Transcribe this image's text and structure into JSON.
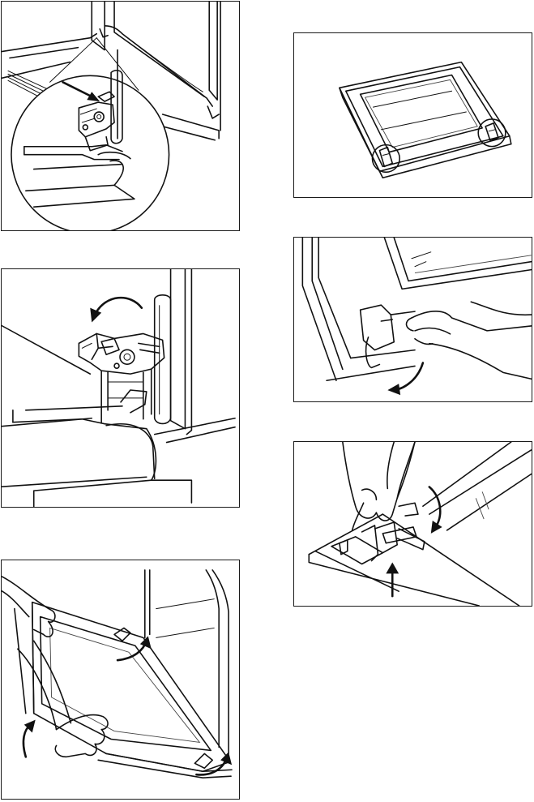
{
  "page": {
    "description_lines": []
  },
  "panels": [
    {
      "id": "hinge-detail"
    },
    {
      "id": "hinge-lever-rotate"
    },
    {
      "id": "door-removal"
    },
    {
      "id": "door-glass-clips"
    },
    {
      "id": "glass-clip-release"
    },
    {
      "id": "glass-clip-lift"
    }
  ],
  "colors": {
    "line": "#111111",
    "background": "#ffffff"
  }
}
